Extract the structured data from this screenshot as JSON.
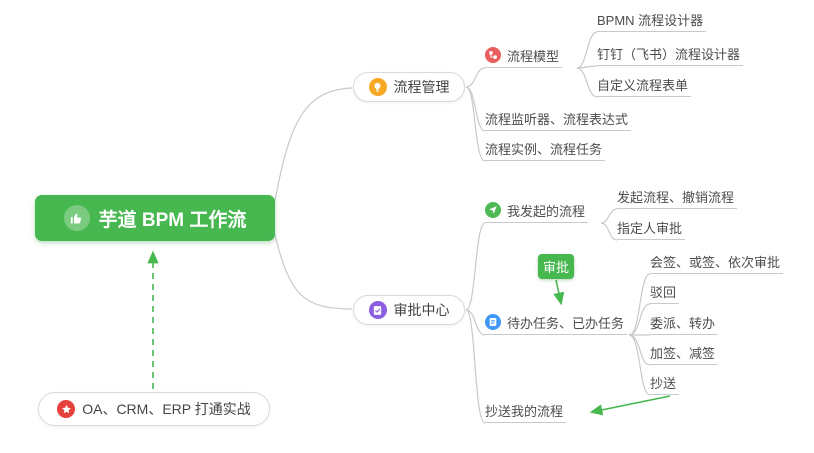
{
  "root": {
    "label": "芋道 BPM 工作流",
    "icon": "thumbs-up-icon"
  },
  "branches": [
    {
      "label": "流程管理",
      "icon": "lightbulb-icon",
      "children": [
        {
          "label": "流程模型",
          "icon": "flow-model-icon",
          "children": [
            "BPMN 流程设计器",
            "钉钉（飞书）流程设计器",
            "自定义流程表单"
          ]
        },
        {
          "label": "流程监听器、流程表达式"
        },
        {
          "label": "流程实例、流程任务"
        }
      ]
    },
    {
      "label": "审批中心",
      "icon": "document-check-icon",
      "children": [
        {
          "label": "我发起的流程",
          "icon": "paper-plane-icon",
          "children": [
            "发起流程、撤销流程",
            "指定人审批"
          ]
        },
        {
          "label": "待办任务、已办任务",
          "icon": "task-list-icon",
          "children": [
            "会签、或签、依次审批",
            "驳回",
            "委派、转办",
            "加签、减签",
            "抄送"
          ]
        },
        {
          "label": "抄送我的流程"
        }
      ]
    }
  ],
  "floating_node": {
    "label": "OA、CRM、ERP 打通实战",
    "icon": "star-icon"
  },
  "approval_tag": {
    "label": "审批"
  },
  "colors": {
    "root_green": "#47b750",
    "arrow_green": "#47b750",
    "connector_gray": "#c9c9c9",
    "icon_orange": "#f7a924",
    "icon_red": "#ea5d5d",
    "icon_purple": "#8b5fe0",
    "icon_green": "#4fb956",
    "icon_blue": "#3f98f5",
    "icon_star_red": "#e6413d"
  }
}
